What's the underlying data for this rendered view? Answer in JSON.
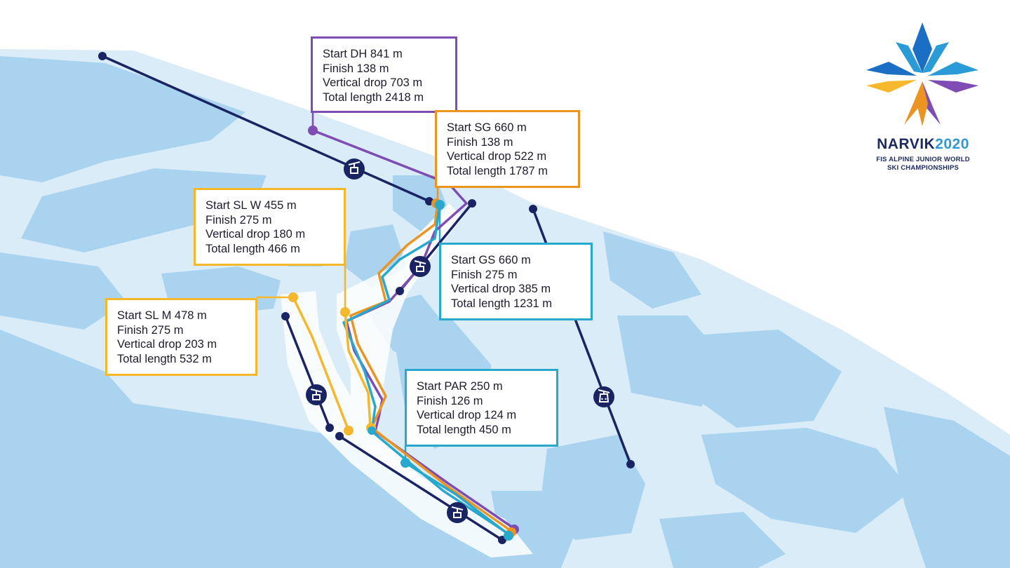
{
  "colors": {
    "snow": "#d9ecf8",
    "terrain": "#a9d3ef",
    "lift": "#1b2463",
    "DH": "#7e4cb3",
    "SG": "#ec9421",
    "SL": "#f5b72c",
    "GS": "#27a8cc",
    "PAR": "#27a8cc"
  },
  "info_boxes": [
    {
      "id": "dh",
      "color_key": "DH",
      "lines": [
        "Start DH 841 m",
        "Finish 138 m",
        "Vertical drop 703 m",
        "Total length 2418 m"
      ]
    },
    {
      "id": "sg",
      "color_key": "SG",
      "lines": [
        "Start SG 660 m",
        "Finish 138 m",
        "Vertical drop 522 m",
        "Total length 1787 m"
      ]
    },
    {
      "id": "slw",
      "color_key": "SL",
      "lines": [
        "Start SL W 455 m",
        "Finish 275 m",
        "Vertical drop 180 m",
        "Total length 466 m"
      ]
    },
    {
      "id": "slm",
      "color_key": "SL",
      "lines": [
        "Start SL M 478 m",
        "Finish 275 m",
        "Vertical drop 203 m",
        "Total length 532 m"
      ]
    },
    {
      "id": "gs",
      "color_key": "GS",
      "lines": [
        "Start GS 660 m",
        "Finish 275 m",
        "Vertical drop 385 m",
        "Total length 1231 m"
      ]
    },
    {
      "id": "par",
      "color_key": "PAR",
      "lines": [
        "Start PAR 250 m",
        "Finish 126 m",
        "Vertical drop 124 m",
        "Total length 450 m"
      ]
    }
  ],
  "lift_icons": [
    "chairlift-icon",
    "chairlift-icon",
    "chairlift-icon",
    "chairlift-icon",
    "gondola-icon"
  ],
  "logo": {
    "name": "NARVIK",
    "year": "2020",
    "subtitle_line1": "FIS ALPINE JUNIOR WORLD",
    "subtitle_line2": "SKI CHAMPIONSHIPS"
  }
}
